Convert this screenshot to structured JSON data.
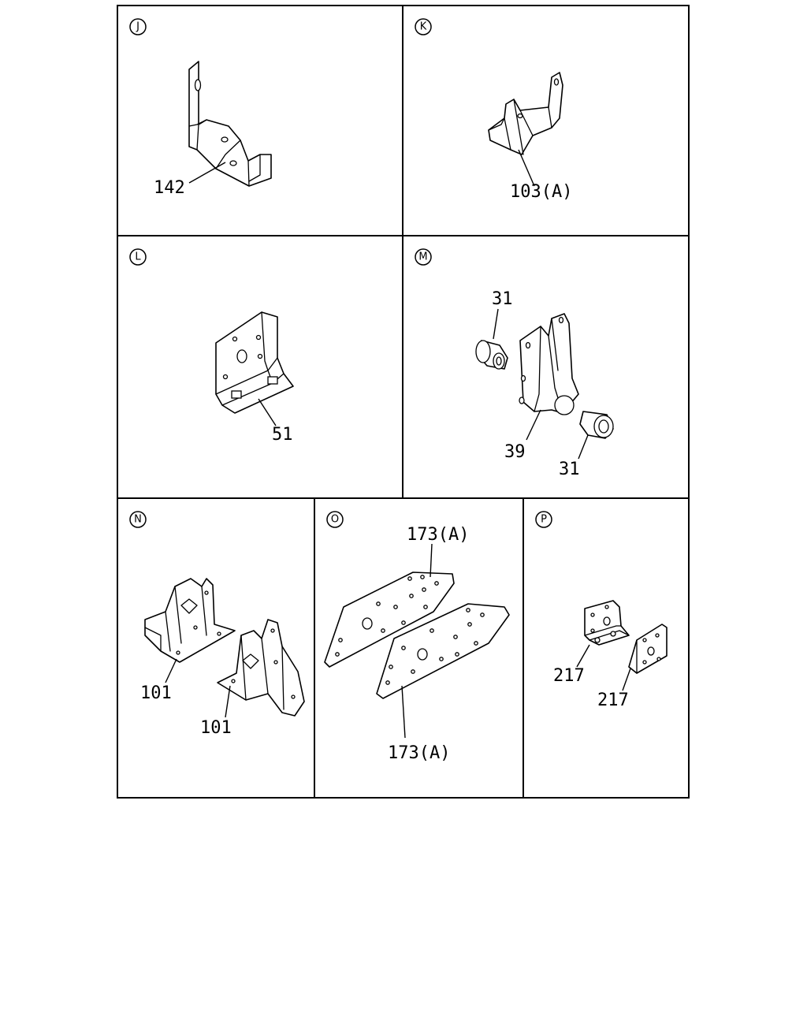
{
  "panels": {
    "j": {
      "letter": "J",
      "labels": [
        "142"
      ]
    },
    "k": {
      "letter": "K",
      "labels": [
        "103(A)"
      ]
    },
    "l": {
      "letter": "L",
      "labels": [
        "51"
      ]
    },
    "m": {
      "letter": "M",
      "labels": [
        "31",
        "39",
        "31"
      ]
    },
    "n": {
      "letter": "N",
      "labels": [
        "101",
        "101"
      ]
    },
    "o": {
      "letter": "O",
      "labels": [
        "173(A)",
        "173(A)"
      ]
    },
    "p": {
      "letter": "P",
      "labels": [
        "217",
        "217"
      ]
    }
  }
}
